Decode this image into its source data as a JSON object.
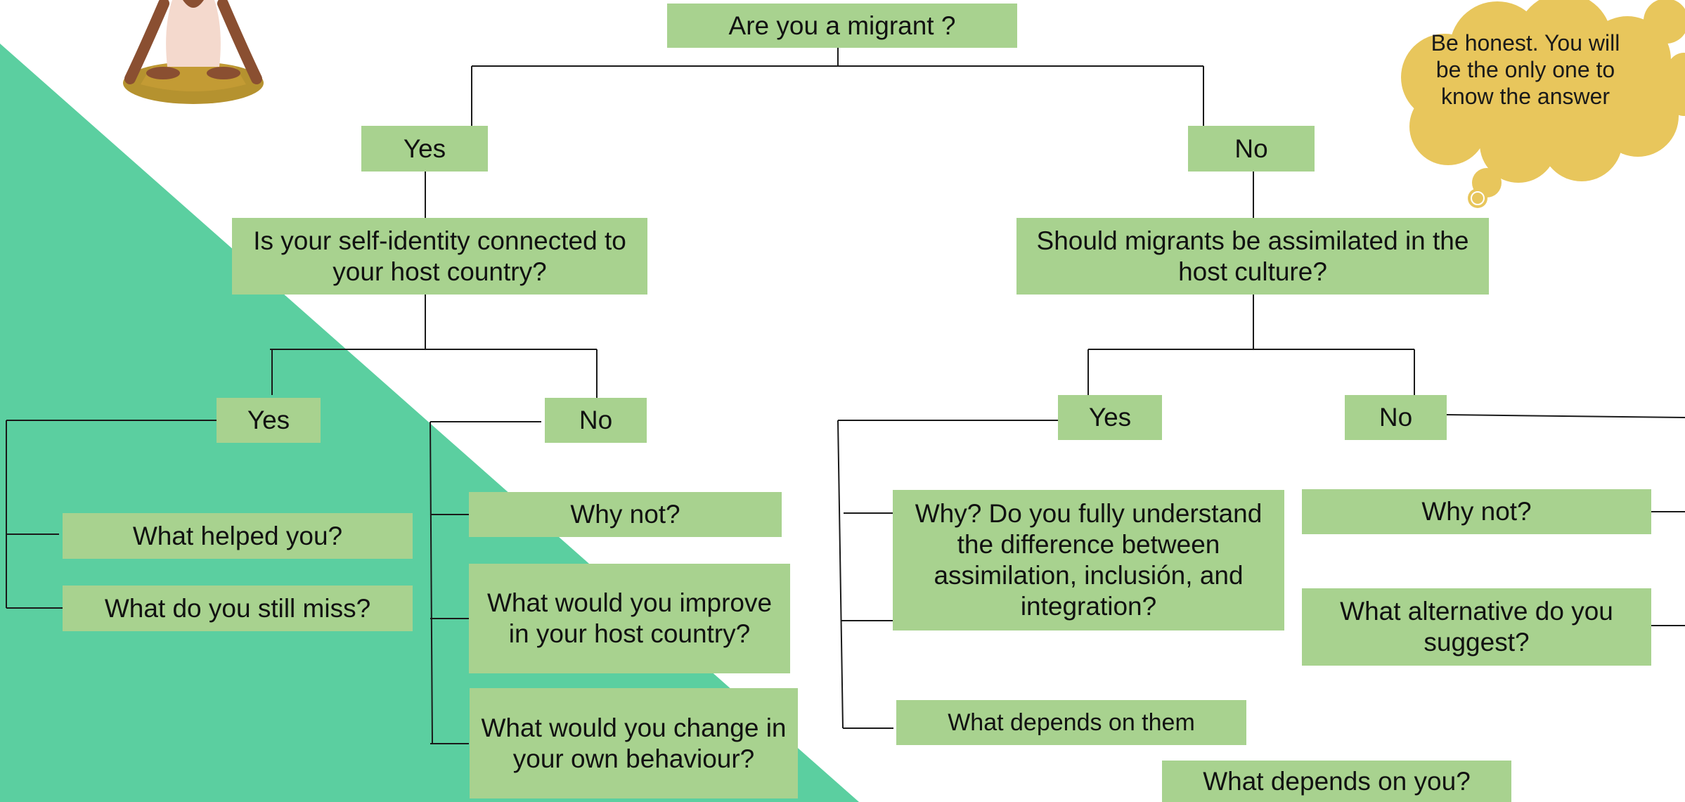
{
  "colors": {
    "background": "#ffffff",
    "triangle": "#5bcfa0",
    "node_fill": "#a8d28f",
    "thought_cloud": "#e8c65c",
    "connector": "#1a1a1a"
  },
  "thought_bubble": {
    "text": "Be honest. You will be the only one to know the answer",
    "icon": "thought-cloud-icon"
  },
  "illustration": {
    "icon": "meditating-person-icon"
  },
  "nodes": {
    "root": "Are you a migrant ?",
    "yes": "Yes",
    "no": "No",
    "q_identity": "Is your self-identity connected to your host country?",
    "q_assimilate": "Should migrants be assimilated in the host culture?",
    "identity_yes": "Yes",
    "identity_no": "No",
    "helped": "What helped you?",
    "miss": "What do you still miss?",
    "why_not_left": "Why not?",
    "improve": "What would you improve in your host country?",
    "change": "What would you change in your own behaviour?",
    "assim_yes": "Yes",
    "assim_no": "No",
    "understand": "Why? Do you fully understand the difference between assimilation, inclusión, and integration?",
    "depends_them": "What depends on them",
    "why_not_right": "Why not?",
    "alternative": "What alternative do you suggest?",
    "depends_you": "What depends on you?"
  }
}
